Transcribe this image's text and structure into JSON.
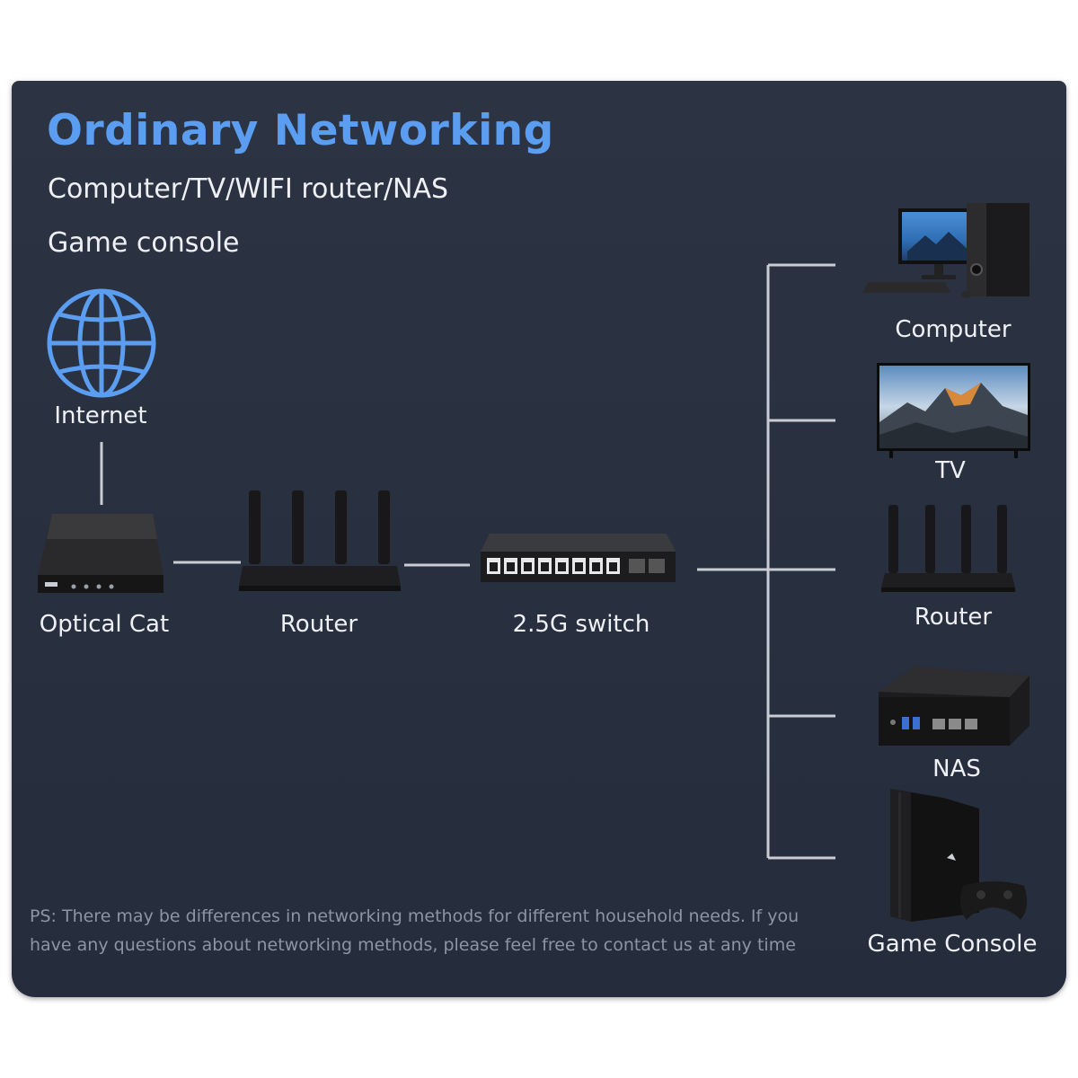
{
  "diagram": {
    "title": "Ordinary Networking",
    "subtitle_line1": "Computer/TV/WIFI router/NAS",
    "subtitle_line2": "Game console",
    "nodes": {
      "internet": "Internet",
      "optical_cat": "Optical Cat",
      "router": "Router",
      "switch": "2.5G switch"
    },
    "endpoints": {
      "computer": "Computer",
      "tv": "TV",
      "router": "Router",
      "nas": "NAS",
      "game_console": "Game Console"
    },
    "note_line1": "PS: There may be differences in networking methods for different household needs. If you",
    "note_line2": "have any questions about networking methods, please feel free to contact us at any time"
  },
  "colors": {
    "background": "#283040",
    "title": "#5b9ef1",
    "text": "#eef0f4",
    "connector": "#c9ccd2",
    "note": "#8d95a4"
  },
  "icons": [
    "globe-icon",
    "optical-modem-icon",
    "router-icon",
    "network-switch-icon",
    "desktop-computer-icon",
    "tv-icon",
    "nas-icon",
    "game-console-icon"
  ]
}
